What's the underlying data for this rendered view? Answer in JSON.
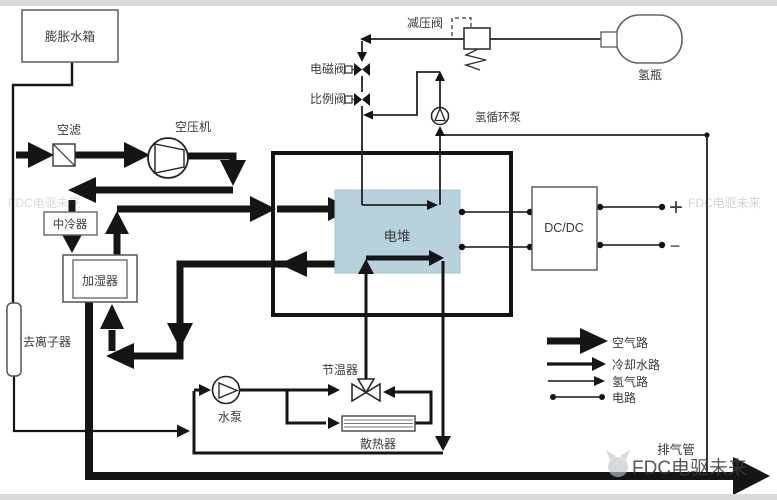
{
  "components": {
    "expansion_tank": "膨胀水箱",
    "air_filter": "空滤",
    "air_compressor": "空压机",
    "intercooler": "中冷器",
    "humidifier": "加湿器",
    "deionizer": "去离子器",
    "pressure_reducing_valve": "减压阀",
    "solenoid_valve": "电磁阀",
    "proportional_valve": "比例阀",
    "h2_circulation_pump": "氢循环泵",
    "h2_bottle": "氢瓶",
    "fuel_cell_stack": "电堆",
    "dcdc_converter": "DC/DC",
    "thermostat": "节温器",
    "water_pump": "水泵",
    "radiator": "散热器",
    "exhaust_pipe": "排气管",
    "terminal_positive": "+",
    "terminal_negative": "−"
  },
  "legend": {
    "items": [
      {
        "id": "air",
        "label": "空气路"
      },
      {
        "id": "coolant",
        "label": "冷却水路"
      },
      {
        "id": "hydrogen",
        "label": "氢气路"
      },
      {
        "id": "electric",
        "label": "电路"
      }
    ]
  },
  "watermark": {
    "text": "FDC电驱未来"
  },
  "colors": {
    "stack_fill": "#b7d2dc",
    "line": "#151515",
    "box_stroke": "#666666",
    "watermark": "#a4a9af"
  }
}
